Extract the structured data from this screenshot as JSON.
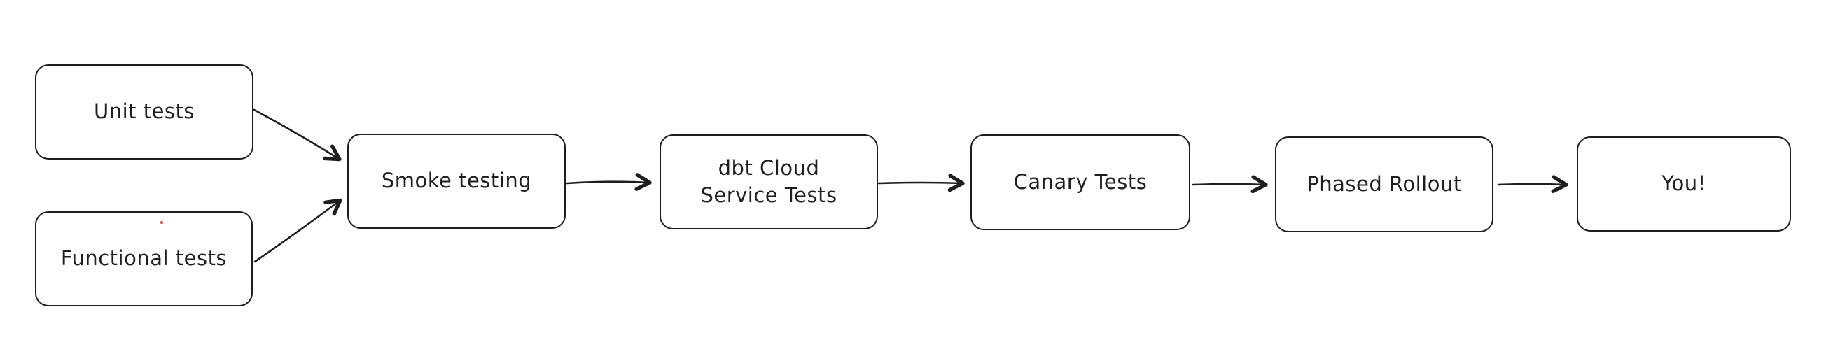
{
  "diagram": {
    "type": "flowchart",
    "style": "hand-drawn",
    "colors": {
      "background": "#ffffff",
      "stroke": "#1e1e1e",
      "text": "#1e1e1e",
      "stray_dot": "#d46a6a"
    },
    "nodes": [
      {
        "id": "unit-tests",
        "label": "Unit tests"
      },
      {
        "id": "functional-tests",
        "label": "Functional tests"
      },
      {
        "id": "smoke-testing",
        "label": "Smoke testing"
      },
      {
        "id": "dbt-cloud-service-tests",
        "label": "dbt Cloud\nService Tests"
      },
      {
        "id": "canary-tests",
        "label": "Canary Tests"
      },
      {
        "id": "phased-rollout",
        "label": "Phased Rollout"
      },
      {
        "id": "you",
        "label": "You!"
      }
    ],
    "edges": [
      {
        "from": "unit-tests",
        "to": "smoke-testing"
      },
      {
        "from": "functional-tests",
        "to": "smoke-testing"
      },
      {
        "from": "smoke-testing",
        "to": "dbt-cloud-service-tests"
      },
      {
        "from": "dbt-cloud-service-tests",
        "to": "canary-tests"
      },
      {
        "from": "canary-tests",
        "to": "phased-rollout"
      },
      {
        "from": "phased-rollout",
        "to": "you"
      }
    ]
  }
}
